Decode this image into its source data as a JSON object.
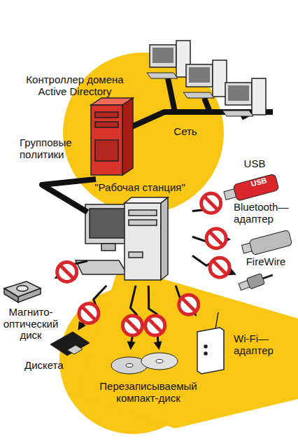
{
  "diagram": {
    "nodes": [
      {
        "text": [
          "Контроллер домена Active Directory"
        ]
      },
      {
        "text": [
          "\"Рабочая станция\""
        ]
      },
      {
        "text": [
          "USB"
        ]
      },
      {
        "text": [
          "Bluetooth— адаптер"
        ]
      },
      {
        "text": [
          "FireWire"
        ]
      },
      {
        "text": [
          "Магнито- оптический диск"
        ]
      },
      {
        "text": [
          "Дискета"
        ]
      },
      {
        "text": [
          "Перезаписываемый компакт-диск"
        ]
      },
      {
        "text": [
          "Wi-Fi— адаптер"
        ]
      }
    ],
    "edges": [
      {
        "from": 0,
        "to": 1,
        "arrow": "none",
        "label": "Групповые политики"
      },
      {
        "from": 1,
        "to": 2,
        "arrow": "to"
      },
      {
        "from": 1,
        "to": 3,
        "arrow": "to"
      },
      {
        "from": 1,
        "to": 4,
        "arrow": "to"
      },
      {
        "from": 1,
        "to": 5,
        "arrow": "to"
      },
      {
        "from": 1,
        "to": 6,
        "arrow": "to"
      },
      {
        "from": 1,
        "to": 7,
        "arrow": "to"
      },
      {
        "from": 1,
        "to": 7,
        "arrow": "to"
      },
      {
        "from": 1,
        "to": 8,
        "arrow": "to"
      }
    ],
    "labels": [
      "Сеть",
      "USB"
    ]
  }
}
